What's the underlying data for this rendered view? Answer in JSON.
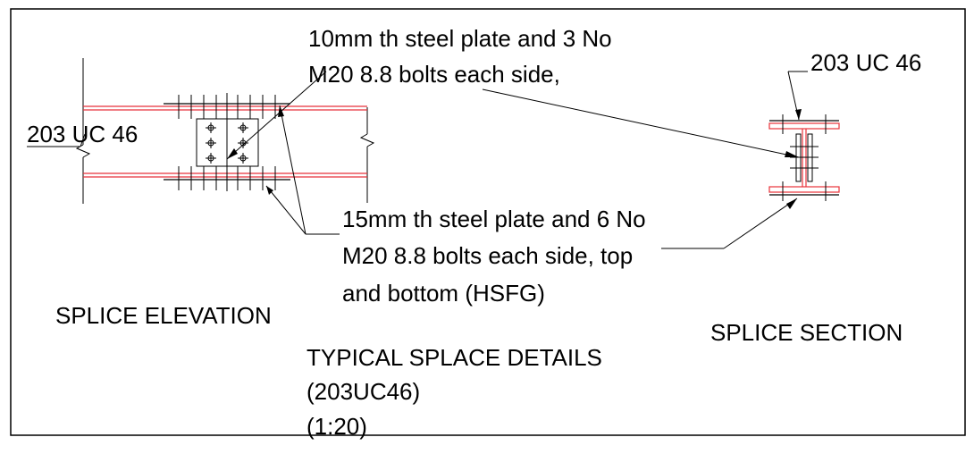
{
  "labels": {
    "elev_member": "203 UC 46",
    "section_member": "203 UC 46",
    "web_plate_line1": "10mm th steel plate and 3 No",
    "web_plate_line2": "M20 8.8 bolts each side,",
    "flange_plate_line1": "15mm th steel plate and 6 No",
    "flange_plate_line2": "M20 8.8 bolts each side, top",
    "flange_plate_line3": "and bottom (HSFG)",
    "elevation_title": "SPLICE ELEVATION",
    "section_title": "SPLICE SECTION",
    "detail_title_line1": "TYPICAL SPLACE DETAILS",
    "detail_title_line2": "(203UC46)",
    "detail_title_line3": "(1:20)"
  },
  "colors": {
    "line": "#000000",
    "flange": "#e8323a",
    "background": "#ffffff"
  }
}
